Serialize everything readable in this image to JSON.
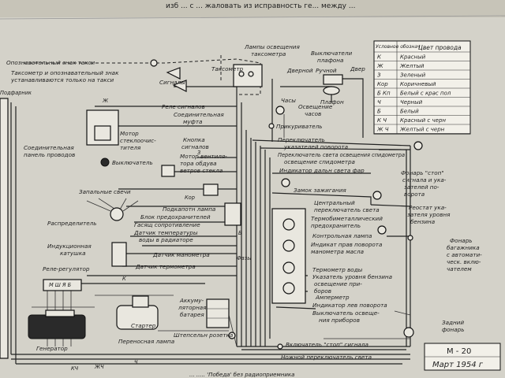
{
  "header": {
    "top_line": "изб ... с ... жаловать из исправность ге... между ..."
  },
  "legend": {
    "col_symbol": "Условное обознач",
    "col_color": "Цвет провода",
    "rows": [
      {
        "code": "К",
        "color": "Красный"
      },
      {
        "code": "Ж",
        "color": "Желтый"
      },
      {
        "code": "З",
        "color": "Зеленый"
      },
      {
        "code": "Кор",
        "color": "Коричневый"
      },
      {
        "code": "Б Кп",
        "color": "Белый с крас пол"
      },
      {
        "code": "Ч",
        "color": "Черный"
      },
      {
        "code": "Б",
        "color": "Белый"
      },
      {
        "code": "К Ч",
        "color": "Красный с черн"
      },
      {
        "code": "Ж Ч",
        "color": "Желтый с черн"
      }
    ]
  },
  "labels": {
    "taxi_sign": "Опознавательный знак такси",
    "taximeter_note_1": "Таксометр и опознавательный знак",
    "taximeter_note_2": "устанавливаются только на такси",
    "taximeter": "Таксометр",
    "taximeter_lamps_1": "Лампы освещения",
    "taximeter_lamps_2": "таксометра",
    "ceiling_switches_1": "Выключатели",
    "ceiling_switches_2": "плафона",
    "door": "Дверной",
    "hand": "Ручной",
    "door2": "Двер",
    "ceiling": "Плафон",
    "signals": "Сигналы",
    "signal_relay": "Реле сигналов",
    "coupling_1": "Соединительная",
    "coupling_2": "муфта",
    "clock": "Часы",
    "clock_light_1": "Освещение",
    "clock_light_2": "часов",
    "cigarette": "Прикуриватель",
    "wiper_motor_1": "Мотор",
    "wiper_motor_2": "стеклоочис-",
    "wiper_motor_3": "тителя",
    "switch": "Выключатель",
    "signal_button_1": "Кнопка",
    "signal_button_2": "сигналов",
    "fan_motor_1": "Мотор вентиля-",
    "fan_motor_2": "тора обдува",
    "fan_motor_3": "ветров стекла",
    "turn_switch_1": "Переключатель",
    "turn_switch_2": "указателей поворота",
    "speedo_light_1": "Переключатель света освещения спидометра",
    "speedo_light_2": "освещение спидометра",
    "high_beam": "Индикатор дальн света фар",
    "junction_panel_1": "Соединительная",
    "junction_panel_2": "панель проводов",
    "lock": "Замок зажигания",
    "spark_plugs": "Запальные свечи",
    "hood_lamp": "Подкапотн лампа",
    "fuse_block": "Блок предохранителей",
    "central_light_1": "Центральный",
    "central_light_2": "переключатель света",
    "distributor": "Распределитель",
    "quench_resist": "Гасящ сопротивление",
    "bimetal_1": "Термобиметаллический",
    "bimetal_2": "предохранитель",
    "temp_sensor_1": "Датчик температуры",
    "temp_sensor_2": "воды в радиаторе",
    "control_lamp": "Контрольная лампа",
    "oil_indicator_1": "Индикат прав поворота",
    "oil_indicator_2": "манометра масла",
    "ignition_coil_1": "Индукционная",
    "ignition_coil_2": "катушка",
    "oil_sensor": "Датчик манометра",
    "thermometer_sensor": "Датчик термометра",
    "regulator": "Реле-регулятор",
    "water_thermo": "Термометр воды",
    "fuel_gauge_1": "Указатель уровня бензина",
    "fuel_gauge_2": "освещение при-",
    "fuel_gauge_3": "боров",
    "ammeter": "Амперметр",
    "left_turn": "Индикатор лев поворота",
    "instr_switch_1": "Выключатель освеще-",
    "instr_switch_2": "ния приборов",
    "battery_1": "Аккуму-",
    "battery_2": "ляторная",
    "battery_3": "батарея",
    "starter": "Стартер",
    "portable_lamp": "Переносная лампа",
    "socket": "Штепсельн розетка",
    "generator": "Генератор",
    "stop_switch": "Включатель \"стоп\" сигнала",
    "foot_switch": "Ножной переключатель света",
    "stop_lamp_1": "Фонарь \"стоп\"",
    "stop_lamp_2": "сигнала и ука-",
    "stop_lamp_3": "зателей по-",
    "stop_lamp_4": "ворота",
    "fuel_rheostat_1": "Реостат ука-",
    "fuel_rheostat_2": "зателя уровня",
    "fuel_rheostat_3": "бензина",
    "trunk_lamp_1": "Фонарь",
    "trunk_lamp_2": "багажника",
    "trunk_lamp_3": "с автомати-",
    "trunk_lamp_4": "ческ. вклю-",
    "trunk_lamp_5": "чателем",
    "rear_lamp_1": "Задний",
    "rear_lamp_2": "фонарь",
    "fuse_tag": "Фазы",
    "regulator_pins": "М  Ш  Я  Б",
    "left_edge": "Подфарник",
    "footer": "... ..... 'Победа' без радиоприемника"
  },
  "stamp": {
    "code": "М - 20",
    "date": "Март 1954 г"
  },
  "wire_tags": {
    "kch": "КЧ",
    "zhch": "ЖЧ",
    "kor": "Кор",
    "ch": "Ч",
    "zh": "Ж",
    "k": "К",
    "z": "З",
    "b": "Б"
  }
}
